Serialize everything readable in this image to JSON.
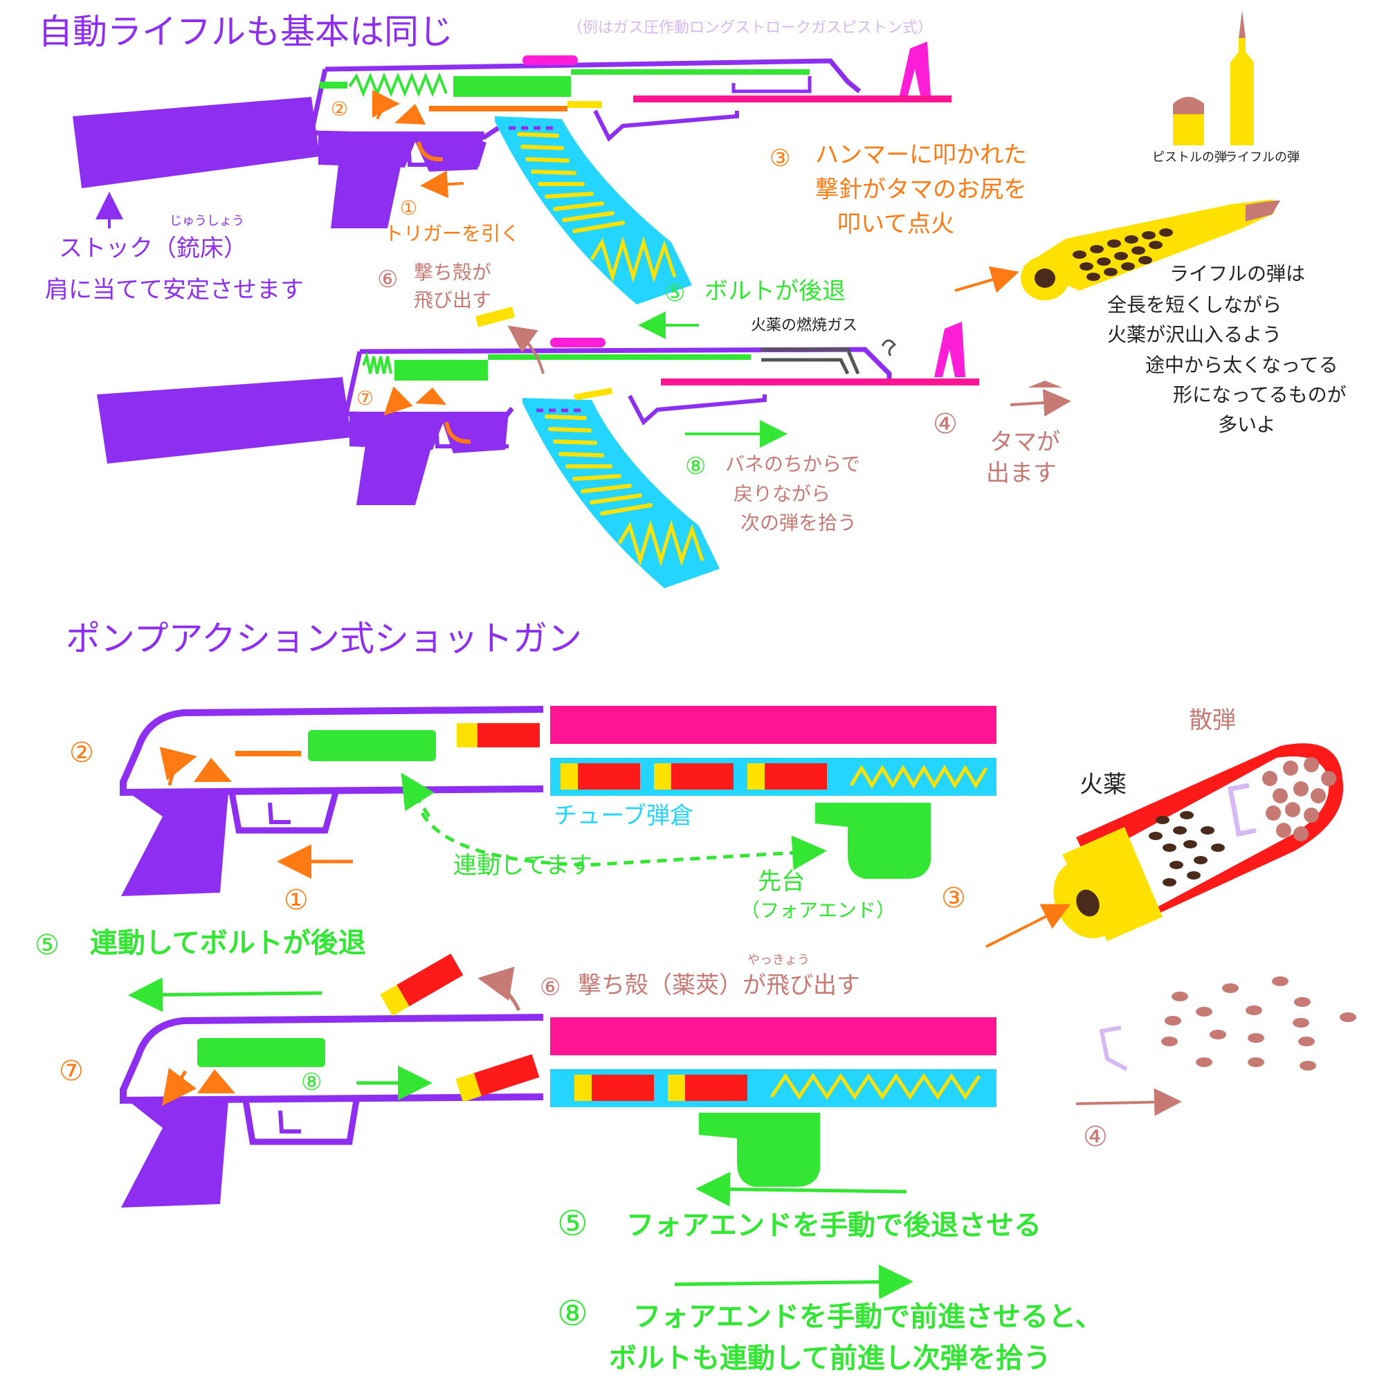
{
  "colors": {
    "body": "#8e2ef0",
    "bolt": "#33e633",
    "barrel": "#ff1493",
    "magazine": "#24d6ff",
    "spring": "#ffd60a",
    "hammer": "#ff7a12",
    "bullet_tip": "#c77a74",
    "shell_red": "#ff1a1a",
    "shell_yellow": "#ffe100",
    "forend": "#33e633",
    "pellet": "#c77a74",
    "powder": "#4a2a1a",
    "wad": "#d6b8f5"
  },
  "rifle": {
    "title": "自動ライフルも基本は同じ",
    "subtitle": "（例はガス圧作動ロングストロークガスピストン式）",
    "stock_ruby": "じゅうしょう",
    "stock_label": "ストック（銃床）",
    "stock_desc": "肩に当てて安定させます",
    "step1_num": "①",
    "step1_label": "トリガーを引く",
    "step2_num": "②",
    "step3_num": "③",
    "step3_line1": "ハンマーに叩かれた",
    "step3_line2": "撃針がタマのお尻を",
    "step3_line3": "叩いて点火",
    "step4_num": "④",
    "step4_line1": "タマが",
    "step4_line2": "出ます",
    "step5_num": "⑤",
    "step5_label": "ボルトが後退",
    "step6_num": "⑥",
    "step6_line1": "撃ち殻が",
    "step6_line2": "飛び出す",
    "step7_num": "⑦",
    "step8_num": "⑧",
    "step8_line1": "バネのちからで",
    "step8_line2": "戻りながら",
    "step8_line3": "次の弾を拾う",
    "gas_label": "火薬の燃焼ガス",
    "pistol_round_label": "ピストルの弾",
    "rifle_round_label": "ライフルの弾",
    "note_line1": "ライフルの弾は",
    "note_line2": "全長を短くしながら",
    "note_line3": "火薬が沢山入るよう",
    "note_line4": "途中から太くなってる",
    "note_line5": "形になってるものが",
    "note_line6": "多いよ"
  },
  "shotgun": {
    "title": "ポンプアクション式ショットガン",
    "tube_label": "チューブ弾倉",
    "linked_label": "連動してます",
    "forend_label": "先台",
    "forend_reading": "（フォアエンド）",
    "step1_num": "①",
    "step2_num": "②",
    "step3_num": "③",
    "step4_num": "④",
    "step5_num": "⑤",
    "step5_label": "連動してボルトが後退",
    "step6_num": "⑥",
    "step6_ruby": "やっきょう",
    "step6_label": "撃ち殻（薬莢）が飛び出す",
    "step7_num": "⑦",
    "step8_num": "⑧",
    "powder_label": "火薬",
    "pellet_label": "散弾",
    "bottom5_num": "⑤",
    "bottom5_label": "フォアエンドを手動で後退させる",
    "bottom8_num": "⑧",
    "bottom8_line1": "フォアエンドを手動で前進させると、",
    "bottom8_line2": "ボルトも連動して前進し次弾を拾う"
  }
}
